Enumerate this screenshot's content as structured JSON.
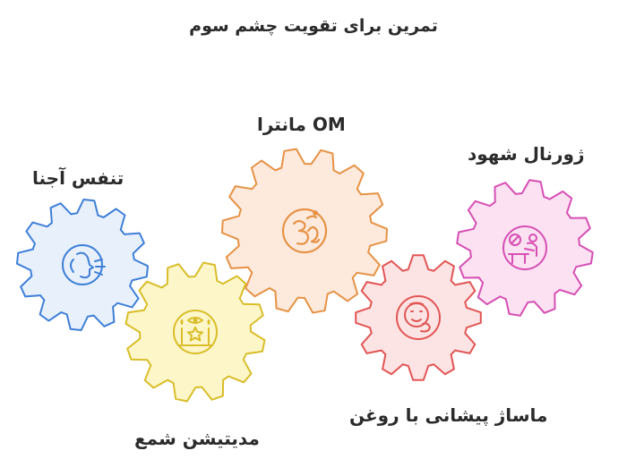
{
  "title": "تمرین برای تقویت چشم سوم",
  "gears": [
    {
      "label": "تنفس آجنا",
      "icon": "breathing-face-icon",
      "fill": "#e8f1fb",
      "stroke": "#3f7fd8"
    },
    {
      "label": "مدیتیشن شمع",
      "icon": "candle-meditation-icon",
      "fill": "#fdf6c8",
      "stroke": "#d9bd2a"
    },
    {
      "label": "OM مانترا",
      "icon": "om-symbol-icon",
      "fill": "#fdeadd",
      "stroke": "#e69245"
    },
    {
      "label": "ماساژ پیشانی با روغن",
      "icon": "forehead-massage-icon",
      "fill": "#fde4e4",
      "stroke": "#e25555"
    },
    {
      "label": "ژورنال شهود",
      "icon": "journal-writing-icon",
      "fill": "#fbe1f2",
      "stroke": "#d64fb3"
    }
  ]
}
